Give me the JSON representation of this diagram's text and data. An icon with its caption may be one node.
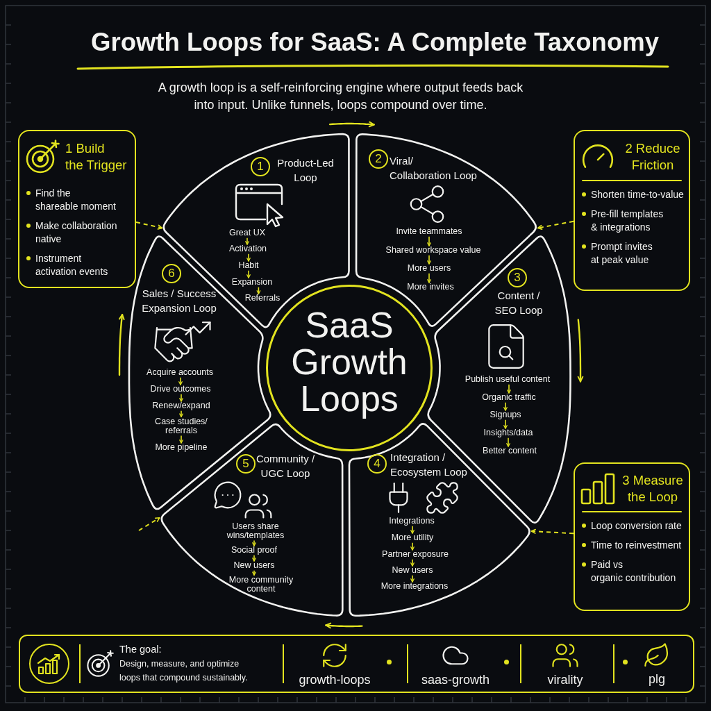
{
  "diagram": {
    "title": "Growth Loops for SaaS: A Complete Taxonomy",
    "nodes": [
      {
        "text": [
          "1 Build the Trigger",
          "Find the shareable moment",
          "Make collaboration native",
          "Instrument activation events"
        ]
      },
      {
        "text": [
          "Product-Led Loop"
        ]
      },
      {
        "text": [
          "1"
        ],
        "in": 1
      },
      {
        "text": [
          "Great UX"
        ],
        "in": 1
      },
      {
        "text": [
          "Activation"
        ],
        "in": 1
      },
      {
        "text": [
          "Habit"
        ],
        "in": 1
      },
      {
        "text": [
          "Expansion"
        ],
        "in": 1
      },
      {
        "text": [
          "Referrals"
        ],
        "in": 1
      },
      {
        "text": [
          "Viral/ Collaboration Loop"
        ]
      },
      {
        "text": [
          "2"
        ],
        "in": 8
      },
      {
        "text": [
          "Invite teammates"
        ],
        "in": 8
      },
      {
        "text": [
          "Shared workspace value"
        ],
        "in": 8
      },
      {
        "text": [
          "More users"
        ],
        "in": 8
      },
      {
        "text": [
          "More invites"
        ],
        "in": 8
      },
      {
        "text": [
          "2 Reduce Friction",
          "Shorten time-to-value",
          "Pre-fill templates & integrations",
          "Prompt invites at peak value"
        ]
      },
      {
        "text": [
          "Sales / Success Expansion Loop"
        ]
      },
      {
        "text": [
          "6"
        ],
        "in": 15
      },
      {
        "text": [
          "Acquire accounts"
        ],
        "in": 15
      },
      {
        "text": [
          "Drive outcomes"
        ],
        "in": 15
      },
      {
        "text": [
          "Renew/expand"
        ],
        "in": 15
      },
      {
        "text": [
          "Case studies/ referrals"
        ],
        "in": 15
      },
      {
        "text": [
          "More pipeline"
        ],
        "in": 15
      },
      {
        "text": [
          "Content / SEO Loop"
        ]
      },
      {
        "text": [
          "3"
        ],
        "in": 22
      },
      {
        "text": [
          "Publish useful content"
        ],
        "in": 22
      },
      {
        "text": [
          "Organic traffic"
        ],
        "in": 22
      },
      {
        "text": [
          "Signups"
        ],
        "in": 22
      },
      {
        "text": [
          "Insights/data"
        ],
        "in": 22
      },
      {
        "text": [
          "Better content"
        ],
        "in": 22
      },
      {
        "text": [
          "SaaS Growth Loops"
        ]
      },
      {
        "text": [
          "Community / UGC Loop"
        ]
      },
      {
        "text": [
          "5"
        ],
        "in": 30
      },
      {
        "text": [
          "Users share wins/templates"
        ],
        "in": 30
      },
      {
        "text": [
          "Social proof"
        ],
        "in": 30
      },
      {
        "text": [
          "New users"
        ],
        "in": 30
      },
      {
        "text": [
          "More community content"
        ],
        "in": 30
      },
      {
        "text": [
          "Integration / Ecosystem Loop"
        ]
      },
      {
        "text": [
          "4"
        ],
        "in": 36
      },
      {
        "text": [
          "Integrations"
        ],
        "in": 36
      },
      {
        "text": [
          "More utility"
        ],
        "in": 36
      },
      {
        "text": [
          "Partner exposure"
        ],
        "in": 36
      },
      {
        "text": [
          "New users"
        ],
        "in": 36
      },
      {
        "text": [
          "More integrations"
        ],
        "in": 36
      },
      {
        "text": [
          "3 Measure the Loop",
          "Loop conversion rate",
          "Time to reinvestment",
          "Paid vs organic contribution"
        ]
      },
      {
        "text": [
          "The goal:",
          "Design, measure, and optimize loops that compound sustainably.",
          "growth-loops",
          "saas-growth",
          "virality",
          "plg"
        ]
      }
    ],
    "edges": [
      {
        "from": 3,
        "to": 4,
        "arrow": "to"
      },
      {
        "from": 4,
        "to": 5,
        "arrow": "to"
      },
      {
        "from": 5,
        "to": 6,
        "arrow": "to"
      },
      {
        "from": 6,
        "to": 7,
        "arrow": "to"
      },
      {
        "from": 10,
        "to": 11,
        "arrow": "to"
      },
      {
        "from": 11,
        "to": 12,
        "arrow": "to"
      },
      {
        "from": 12,
        "to": 13,
        "arrow": "to"
      },
      {
        "from": 17,
        "to": 18,
        "arrow": "to"
      },
      {
        "from": 18,
        "to": 19,
        "arrow": "to"
      },
      {
        "from": 19,
        "to": 20,
        "arrow": "to"
      },
      {
        "from": 20,
        "to": 21,
        "arrow": "to"
      },
      {
        "from": 24,
        "to": 25,
        "arrow": "to"
      },
      {
        "from": 25,
        "to": 26,
        "arrow": "to"
      },
      {
        "from": 26,
        "to": 27,
        "arrow": "to"
      },
      {
        "from": 27,
        "to": 28,
        "arrow": "to"
      },
      {
        "from": 32,
        "to": 33,
        "arrow": "to"
      },
      {
        "from": 33,
        "to": 34,
        "arrow": "to"
      },
      {
        "from": 34,
        "to": 35,
        "arrow": "to"
      },
      {
        "from": 38,
        "to": 39,
        "arrow": "to"
      },
      {
        "from": 39,
        "to": 40,
        "arrow": "to"
      },
      {
        "from": 40,
        "to": 41,
        "arrow": "to"
      },
      {
        "from": 41,
        "to": 42,
        "arrow": "to"
      },
      {
        "from": 0,
        "to": 1,
        "arrow": "to",
        "style": "dashed"
      },
      {
        "from": 14,
        "to": 8,
        "arrow": "to",
        "style": "dashed"
      },
      {
        "from": 43,
        "to": 36,
        "arrow": "to",
        "style": "dashed"
      },
      {
        "from": null,
        "to": 30,
        "arrow": "to",
        "style": "dashed"
      }
    ],
    "labels": [
      "A growth loop is a self-reinforcing engine where output feeds back into input. Unlike funnels, loops compound over time."
    ]
  }
}
